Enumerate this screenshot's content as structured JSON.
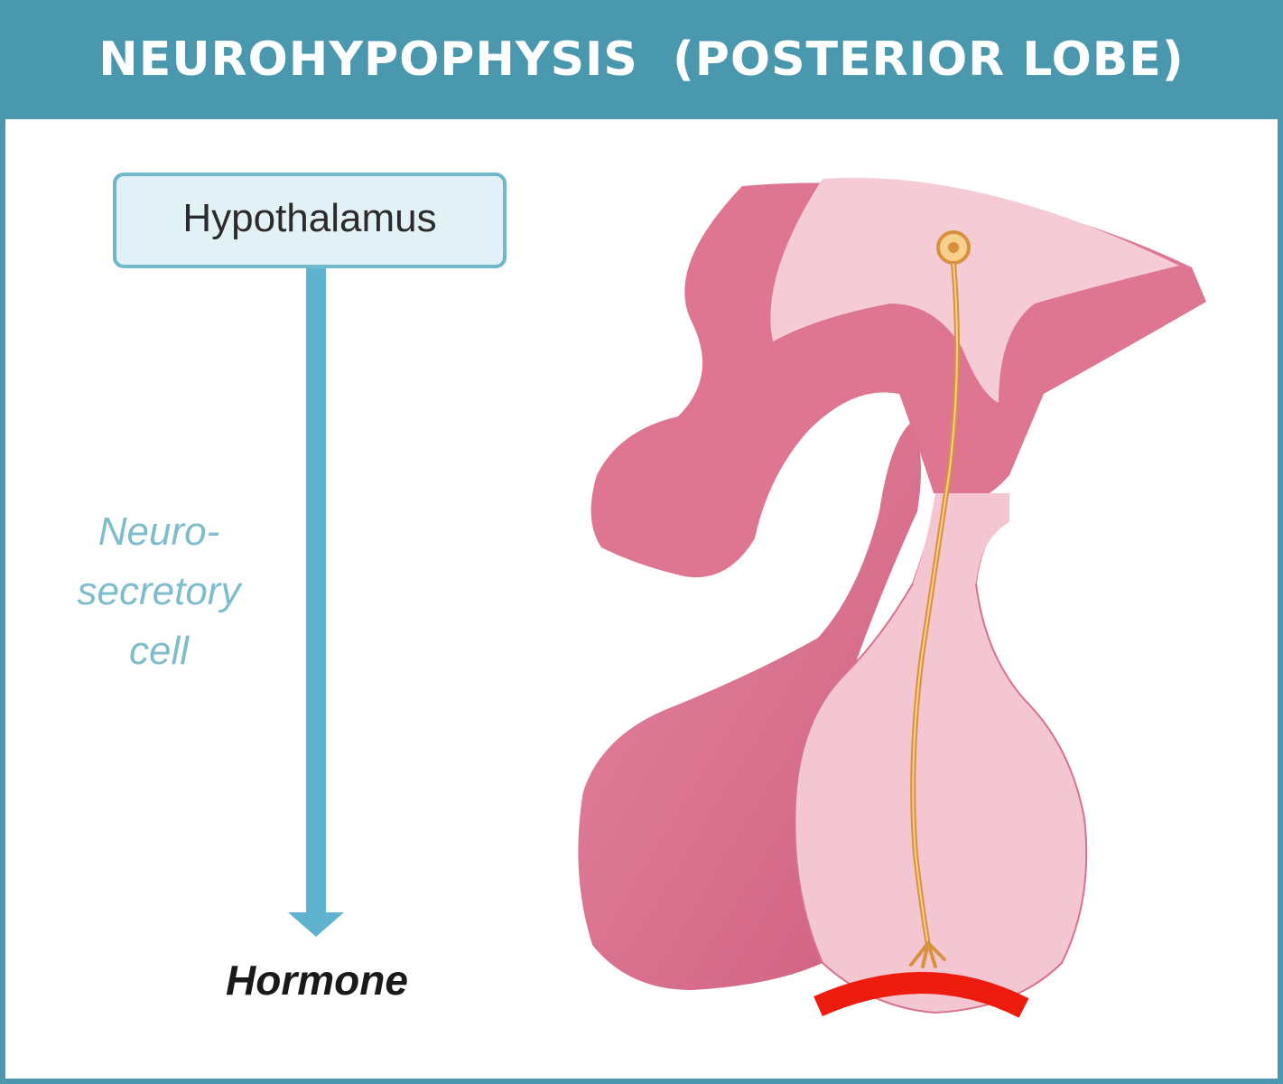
{
  "header": {
    "title": "NEUROHYPOPHYSIS  (POSTERIOR LOBE)"
  },
  "flow": {
    "source_label": "Hypothalamus",
    "path_label_lines": [
      "Neuro-",
      "secretory",
      "cell"
    ],
    "output_label": "Hormone"
  },
  "colors": {
    "header_bar": "#4a98ad",
    "arrow": "#5fb3ce",
    "box_fill": "#e2f1f6",
    "path_label": "#7fbccc",
    "tissue_dark": "#d96f8c",
    "tissue_light": "#f5cbd6",
    "neuron": "#e8a75a",
    "blood_vessel": "#ee1c0f"
  }
}
